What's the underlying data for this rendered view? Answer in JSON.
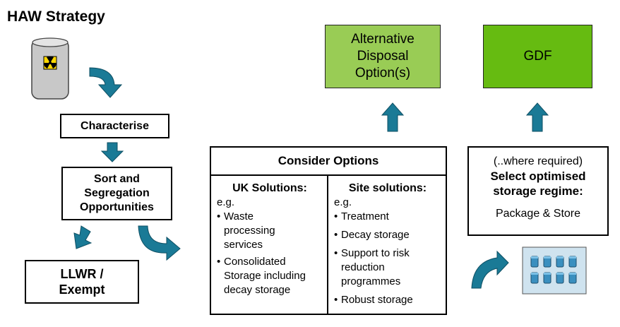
{
  "title": "HAW Strategy",
  "icons": {
    "drum": "radioactive-drum-icon",
    "containers": "storage-containers-icon",
    "arrow": "teal-arrow-icon"
  },
  "colors": {
    "arrow": "#1a7a96",
    "alt_disposal": "#99cc55",
    "gdf": "#66bb11",
    "container": "#3a8fbf",
    "container_bg": "#cfe3ef"
  },
  "nodes": {
    "characterise": "Characterise",
    "sort": [
      "Sort and",
      "Segregation",
      "Opportunities"
    ],
    "llwr": [
      "LLWR /",
      "Exempt"
    ],
    "alt_disposal": [
      "Alternative",
      "Disposal",
      "Option(s)"
    ],
    "gdf": "GDF",
    "consider": {
      "heading": "Consider Options",
      "uk": {
        "heading": "UK Solutions:",
        "eg": "e.g.",
        "items": [
          [
            "Waste",
            "processing",
            "services"
          ],
          [
            "Consolidated",
            "Storage including",
            "decay storage"
          ]
        ]
      },
      "site": {
        "heading": "Site solutions:",
        "eg": "e.g.",
        "items": [
          [
            "Treatment"
          ],
          [
            "Decay storage"
          ],
          [
            "Support to risk",
            "reduction",
            "programmes"
          ],
          [
            "Robust storage"
          ]
        ]
      }
    },
    "storage": {
      "note": "(..where required)",
      "heading": [
        "Select optimised",
        "storage regime:"
      ],
      "action": "Package & Store"
    }
  }
}
